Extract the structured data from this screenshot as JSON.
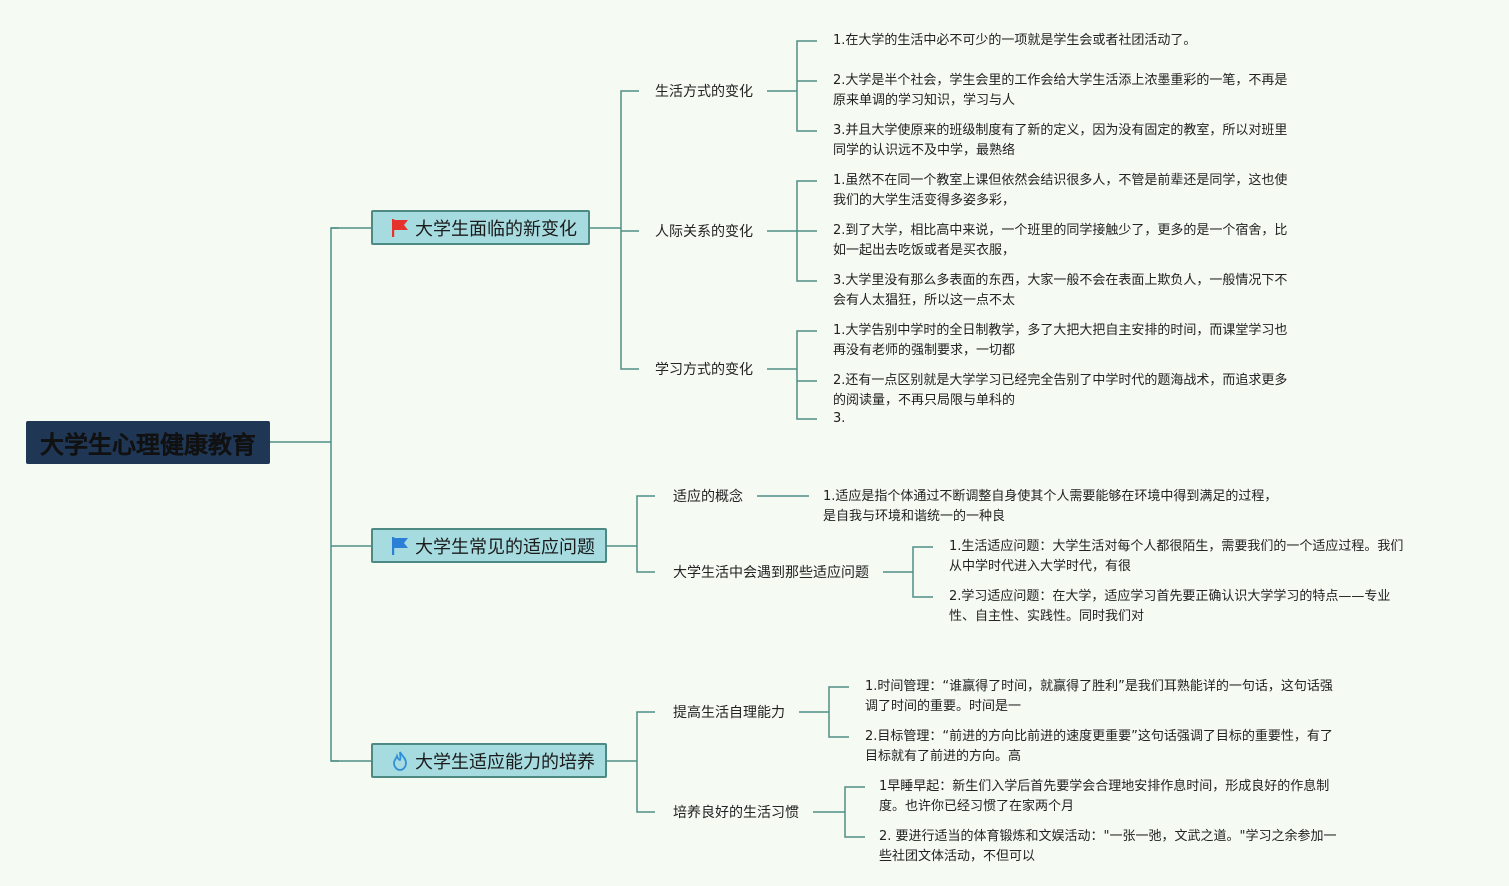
{
  "root": {
    "label": "大学生心理健康教育"
  },
  "topics": [
    {
      "label": "大学生面临的新变化",
      "icon": "red-flag-icon",
      "icon_color": "#e5322b",
      "subs": [
        {
          "label": "生活方式的变化",
          "leaves": [
            {
              "lines": [
                "1.在大学的生活中必不可少的一项就是学生会或者社团活动了。"
              ]
            },
            {
              "lines": [
                "2.大学是半个社会，学生会里的工作会给大学生活添上浓墨重彩的一笔，不再是",
                "原来单调的学习知识，学习与人"
              ]
            },
            {
              "lines": [
                "3.并且大学使原来的班级制度有了新的定义，因为没有固定的教室，所以对班里",
                "同学的认识远不及中学，最熟络"
              ]
            }
          ]
        },
        {
          "label": "人际关系的变化",
          "leaves": [
            {
              "lines": [
                "1.虽然不在同一个教室上课但依然会结识很多人，不管是前辈还是同学，这也使",
                "我们的大学生活变得多姿多彩，"
              ]
            },
            {
              "lines": [
                "2.到了大学，相比高中来说，一个班里的同学接触少了，更多的是一个宿舍，比",
                "如一起出去吃饭或者是买衣服，"
              ]
            },
            {
              "lines": [
                "3.大学里没有那么多表面的东西，大家一般不会在表面上欺负人，一般情况下不",
                "会有人太猖狂，所以这一点不太"
              ]
            }
          ]
        },
        {
          "label": "学习方式的变化",
          "leaves": [
            {
              "lines": [
                "1.大学告别中学时的全日制教学，多了大把大把自主安排的时间，而课堂学习也",
                "再没有老师的强制要求，一切都"
              ]
            },
            {
              "lines": [
                "2.还有一点区别就是大学学习已经完全告别了中学时代的题海战术，而追求更多",
                "的阅读量，不再只局限与单科的"
              ]
            },
            {
              "lines": [
                "3."
              ]
            }
          ]
        }
      ]
    },
    {
      "label": "大学生常见的适应问题",
      "icon": "blue-flag-icon",
      "icon_color": "#2b7fd6",
      "subs": [
        {
          "label": "适应的概念",
          "leaves": [
            {
              "lines": [
                "1.适应是指个体通过不断调整自身使其个人需要能够在环境中得到满足的过程，",
                "是自我与环境和谐统一的一种良"
              ]
            }
          ]
        },
        {
          "label": "大学生活中会遇到那些适应问题",
          "leaves": [
            {
              "lines": [
                "1.生活适应问题：大学生活对每个人都很陌生，需要我们的一个适应过程。我们",
                "从中学时代进入大学时代，有很"
              ]
            },
            {
              "lines": [
                "2.学习适应问题：在大学，适应学习首先要正确认识大学学习的特点——专业",
                "性、自主性、实践性。同时我们对"
              ]
            }
          ]
        }
      ]
    },
    {
      "label": "大学生适应能力的培养",
      "icon": "flame-icon",
      "icon_color": "#2f8fd8",
      "subs": [
        {
          "label": "提高生活自理能力",
          "leaves": [
            {
              "lines": [
                "1.时间管理：“谁赢得了时间，就赢得了胜利”是我们耳熟能详的一句话，这句话强",
                "调了时间的重要。时间是一"
              ]
            },
            {
              "lines": [
                "2.目标管理：“前进的方向比前进的速度更重要”这句话强调了目标的重要性，有了",
                "目标就有了前进的方向。高"
              ]
            }
          ]
        },
        {
          "label": "培养良好的生活习惯",
          "leaves": [
            {
              "lines": [
                "1早睡早起：新生们入学后首先要学会合理地安排作息时间，形成良好的作息制",
                "度。也许你已经习惯了在家两个月"
              ]
            },
            {
              "lines": [
                "2. 要进行适当的体育锻炼和文娱活动：\"一张一弛，文武之道。\"学习之余参加一",
                "些社团文体活动，不但可以"
              ]
            }
          ]
        }
      ]
    }
  ]
}
